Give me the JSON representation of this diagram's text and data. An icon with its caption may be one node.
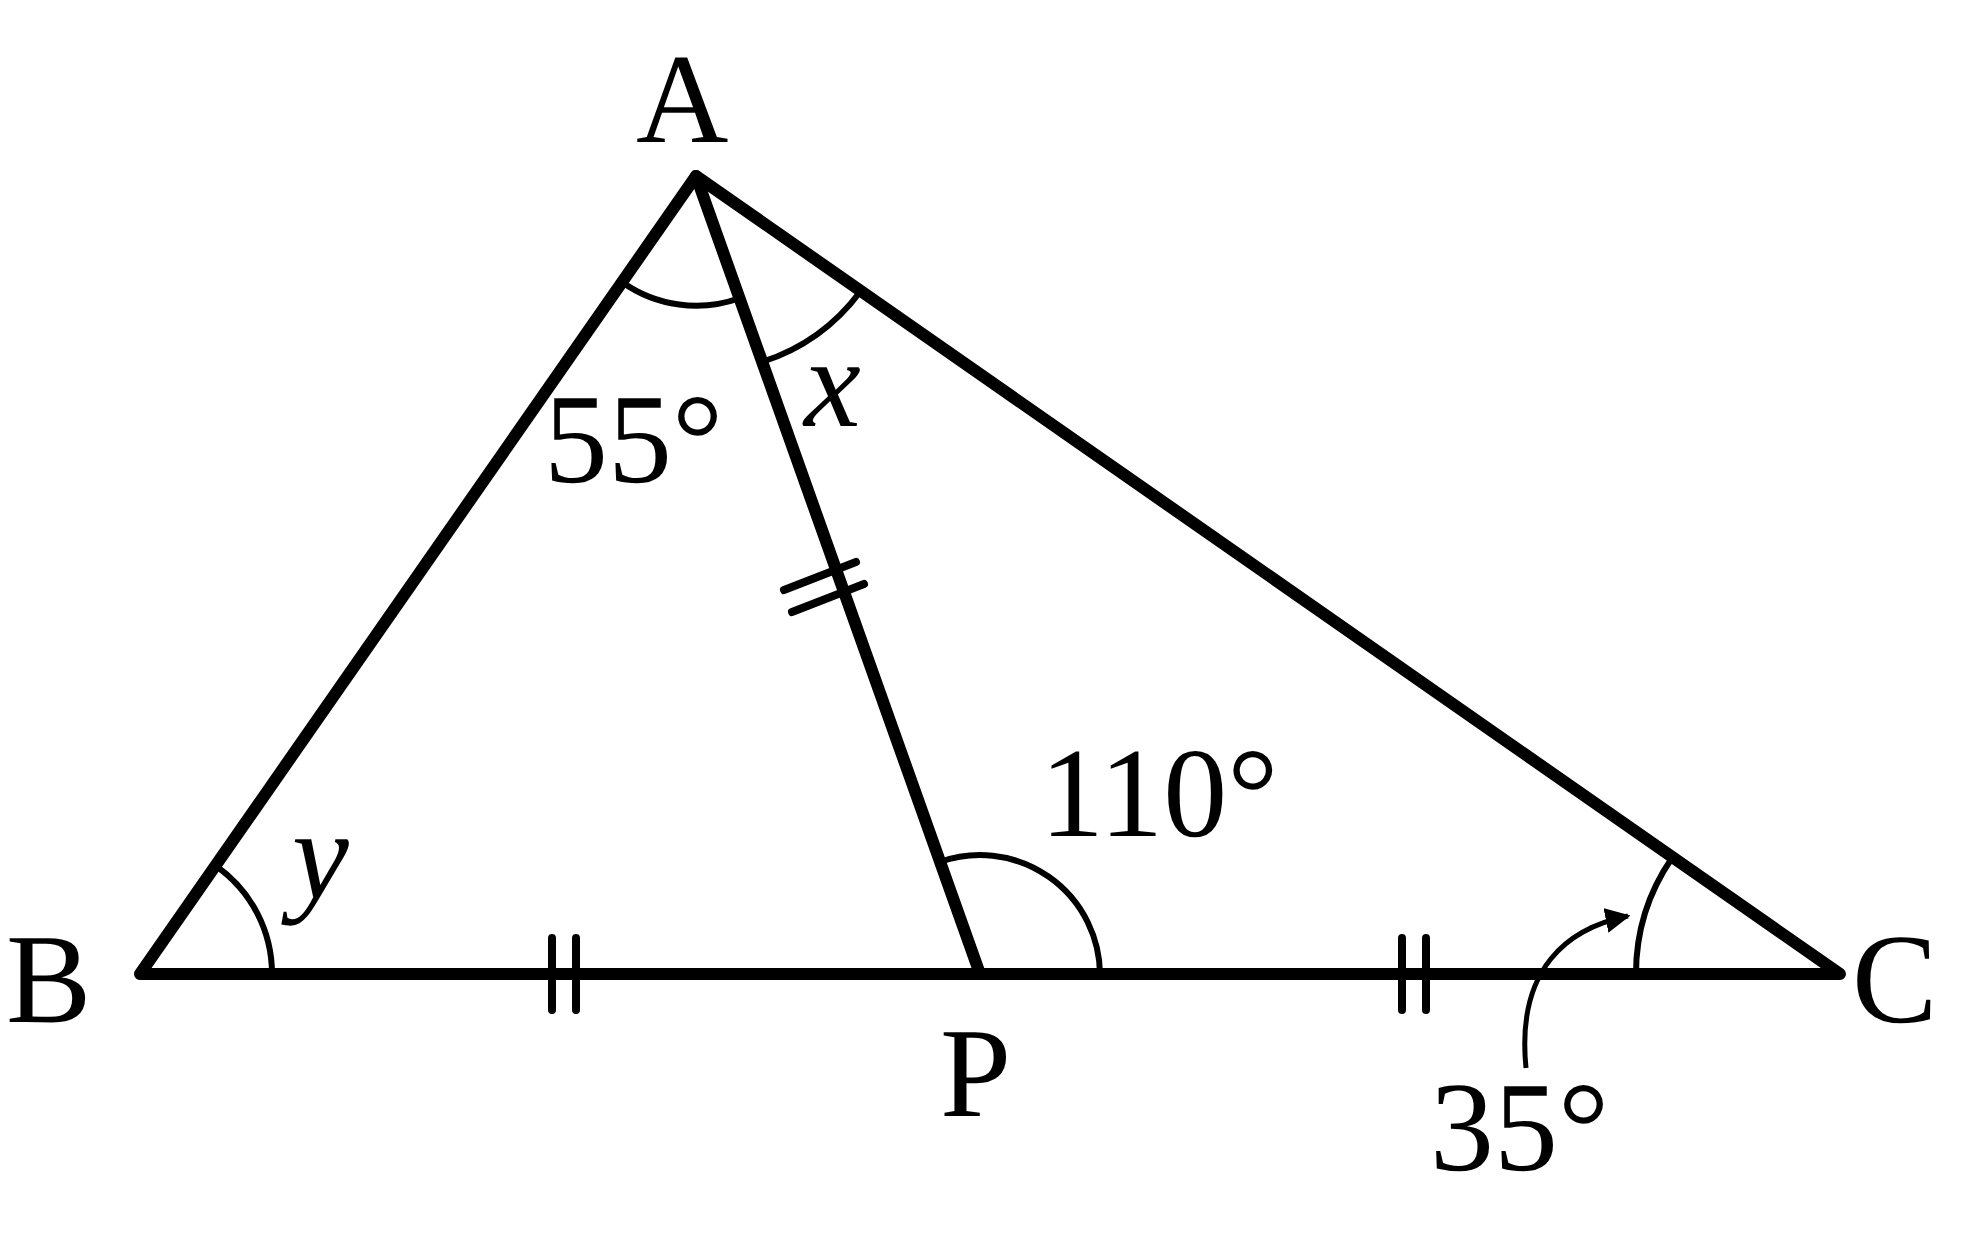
{
  "diagram": {
    "nodes": [
      {
        "text": [
          "35°"
        ]
      },
      {
        "text": [],
        "shape": "arc"
      }
    ],
    "edges": [
      {
        "from": 0,
        "to": 1,
        "arrow": "to"
      }
    ],
    "labels": [
      "A",
      "55°",
      "x",
      "110°",
      "y",
      "B",
      "P",
      "C"
    ]
  }
}
